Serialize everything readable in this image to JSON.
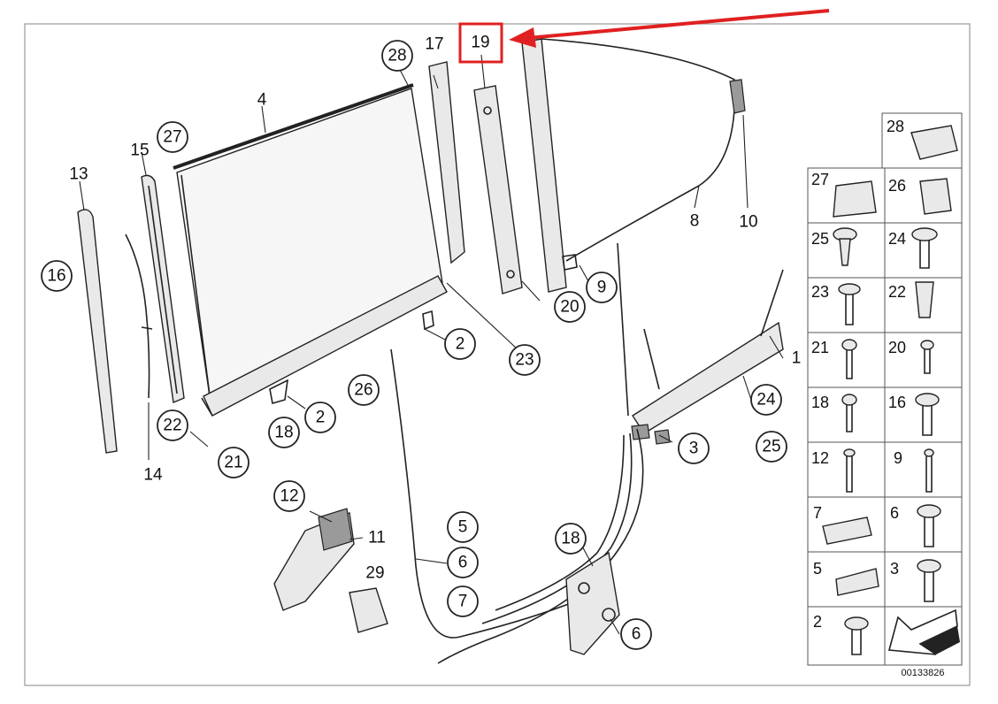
{
  "diagram": {
    "highlighted_part": "19",
    "document_number": "00133826",
    "callouts": [
      "1",
      "2",
      "2",
      "3",
      "4",
      "5",
      "6",
      "6",
      "7",
      "8",
      "9",
      "10",
      "11",
      "12",
      "13",
      "14",
      "15",
      "16",
      "17",
      "18",
      "18",
      "19",
      "20",
      "21",
      "22",
      "23",
      "24",
      "25",
      "26",
      "27",
      "28",
      "29"
    ],
    "legend_items": [
      "28",
      "27",
      "26",
      "25",
      "24",
      "23",
      "22",
      "21",
      "20",
      "18",
      "16",
      "12",
      "9",
      "7",
      "6",
      "5",
      "3",
      "2"
    ]
  },
  "colors": {
    "highlight": "#e02020",
    "line": "#222222",
    "frame": "#999999"
  },
  "icons": [
    "arrow-icon",
    "screw-icon",
    "clip-icon",
    "motor-icon"
  ]
}
